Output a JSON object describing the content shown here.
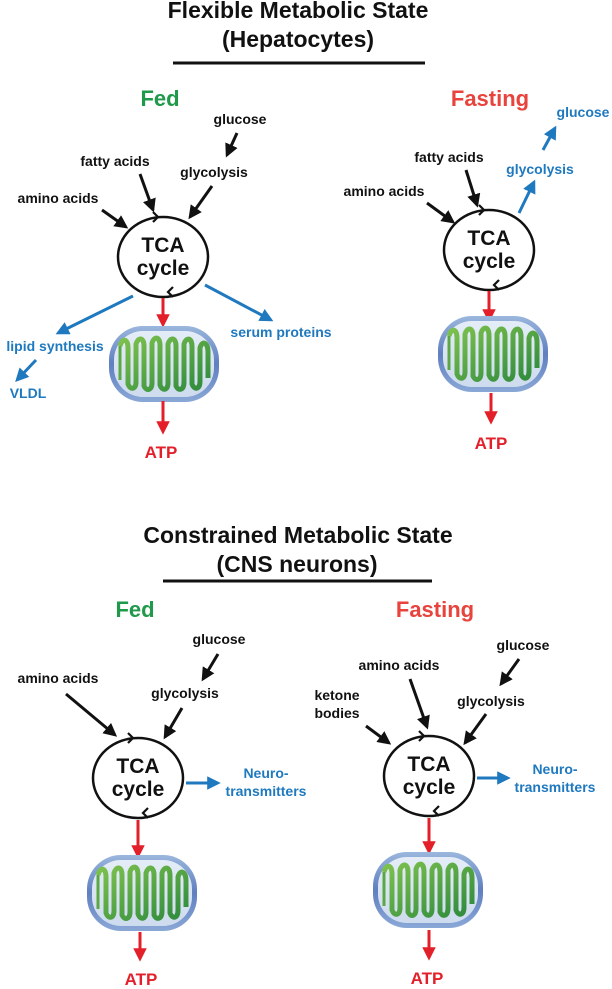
{
  "colors": {
    "black": "#111111",
    "blue": "#1f79bf",
    "red": "#e3202a",
    "fed_green": "#1f9a4a",
    "fasting_red": "#e8433c"
  },
  "sections": [
    {
      "title_line1": "Flexible Metabolic State",
      "title_line2": "(Hepatocytes)",
      "panels": [
        {
          "state": "Fed",
          "tca_line1": "TCA",
          "tca_line2": "cycle",
          "inputs": [
            "glucose",
            "glycolysis",
            "fatty acids",
            "amino acids"
          ],
          "outputs": [
            "lipid synthesis",
            "VLDL",
            "serum proteins"
          ],
          "product": "ATP"
        },
        {
          "state": "Fasting",
          "tca_line1": "TCA",
          "tca_line2": "cycle",
          "inputs": [
            "fatty acids",
            "amino acids"
          ],
          "outputs": [
            "glycolysis",
            "glucose"
          ],
          "product": "ATP"
        }
      ]
    },
    {
      "title_line1": "Constrained Metabolic State",
      "title_line2": "(CNS neurons)",
      "panels": [
        {
          "state": "Fed",
          "tca_line1": "TCA",
          "tca_line2": "cycle",
          "inputs": [
            "glucose",
            "glycolysis",
            "amino acids"
          ],
          "outputs": [
            "Neuro-",
            "transmitters"
          ],
          "product": "ATP"
        },
        {
          "state": "Fasting",
          "tca_line1": "TCA",
          "tca_line2": "cycle",
          "inputs": [
            "glucose",
            "glycolysis",
            "amino acids",
            "ketone",
            "bodies"
          ],
          "outputs": [
            "Neuro-",
            "transmitters"
          ],
          "product": "ATP"
        }
      ]
    }
  ]
}
